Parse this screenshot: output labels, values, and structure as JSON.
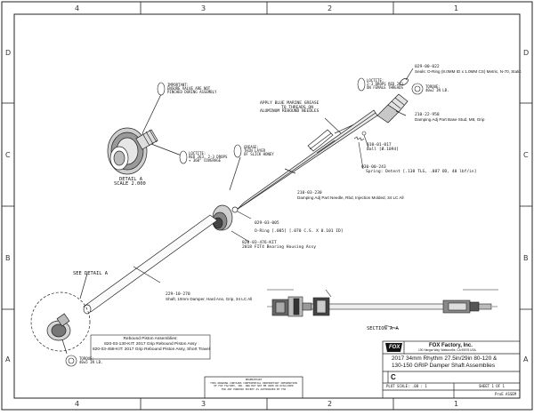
{
  "zones": {
    "columns": [
      "4",
      "3",
      "2",
      "1"
    ],
    "rows": [
      "D",
      "C",
      "B",
      "A"
    ]
  },
  "notes": {
    "important": [
      "IMPORTANT:",
      "ENSURE VALVE ARE NOT",
      "PINCHED DURING ASSEMBLY"
    ],
    "loctite_detail": [
      "LOCTITE:",
      "RED 263. 2-3 DROPS",
      "+ 360° COVERAGE"
    ],
    "grease_detail": [
      "GREASE:",
      "THIN LAYER",
      "OF SLICK HONEY"
    ],
    "loctite_top": [
      "LOCTITE:",
      "2-3 DROPS RED 263",
      "ON FEMALE THREADS"
    ],
    "torque_top": [
      "TORQUE:",
      "40±2 IN LB."
    ],
    "torque_bottom": [
      "TORQUE:",
      "40±5 IN LB."
    ],
    "apply_grease": [
      "APPLY BLUE MARINE GREASE",
      "TO THREADS ON",
      "ALUMINUM REBOUND NEEDLES"
    ]
  },
  "labels": {
    "detail_a": [
      "DETAIL  A",
      "SCALE  2.000"
    ],
    "see_detail_a": "SEE DETAIL  A",
    "section_aa": "SECTION  A-A"
  },
  "callouts": {
    "oring_num": "029-00-022",
    "oring_desc": "Seals: O-Ring (8.0MM ID x 1.0MM CS) Metric, N-70, Static",
    "stud_num": "210-22-958",
    "stud_desc": "Damping Adj Part Base Stud, M8, Grip",
    "ball_num": "010-01-017",
    "ball_desc": "Ball [Ø.1094]",
    "spring_num": "030-00-243",
    "spring_desc": "Spring: Detent [.138 TLG, .087 OD, 40 lbf/in]",
    "needle_num": "210-03-230",
    "needle_desc": "Damping Adj Part Needle, Rbd, Injection Molded, 34 LC All",
    "oring2_num": "029-03-005",
    "oring2_desc": "O-Ring [.005] [.070 C.S. X 0.101 ID]",
    "housing_num": "820-03-476-KIT",
    "housing_desc": "2018 FIT4 Bearing Housing Assy",
    "shaft_num": "229-10-270",
    "shaft_desc": "Shaft, 10mm Damper, Hard Ano, Grip, 34 LC All"
  },
  "rebound_box": {
    "title": "Rebound Piston Assemblies:",
    "lines": [
      "820-03-130-KIT: 2017 Grip Rebound Piston Assy",
      "820-03-458-KIT: 2017 Grip Rebound Piston Assy, Short Travel"
    ]
  },
  "title_block": {
    "company": "FOX Factory, Inc.",
    "address": "130 Hangar Way, Watsonville, CA 95076 USA",
    "logo": "FOX",
    "title": "2017 34mm Rhythm 27.5in/29in 80-120 &",
    "title2": "130-150 GRIP Damper Shaft Assemblies",
    "size": "C",
    "scale": "PLOT SCALE: .08 : 1",
    "sheet": "SHEET 1 OF 1",
    "proe": "ProE ASSEM",
    "proprietary": [
      "PROPRIETARY",
      "THIS DRAWING CONTAINS CONFIDENTIAL PROPRIETARY INFORMATION",
      "OF FOX FACTORY, INC. AND MAY NOT BE USED OR DISCLOSED",
      "FOR ANY PURPOSE EXCEPT AS AUTHORIZED BY FOX"
    ]
  },
  "colors": {
    "ink": "#1a1a1a",
    "fill": "#d9d9d9",
    "dark": "#555555"
  }
}
